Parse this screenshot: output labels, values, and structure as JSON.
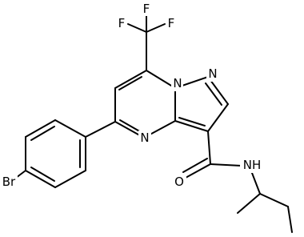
{
  "atoms": {
    "f1": "F",
    "f2": "F",
    "f3": "F",
    "n_bridge": "N",
    "n_pyrazole": "N",
    "n_pyrimidine": "N",
    "br": "Br",
    "nh": "NH",
    "o": "O"
  }
}
